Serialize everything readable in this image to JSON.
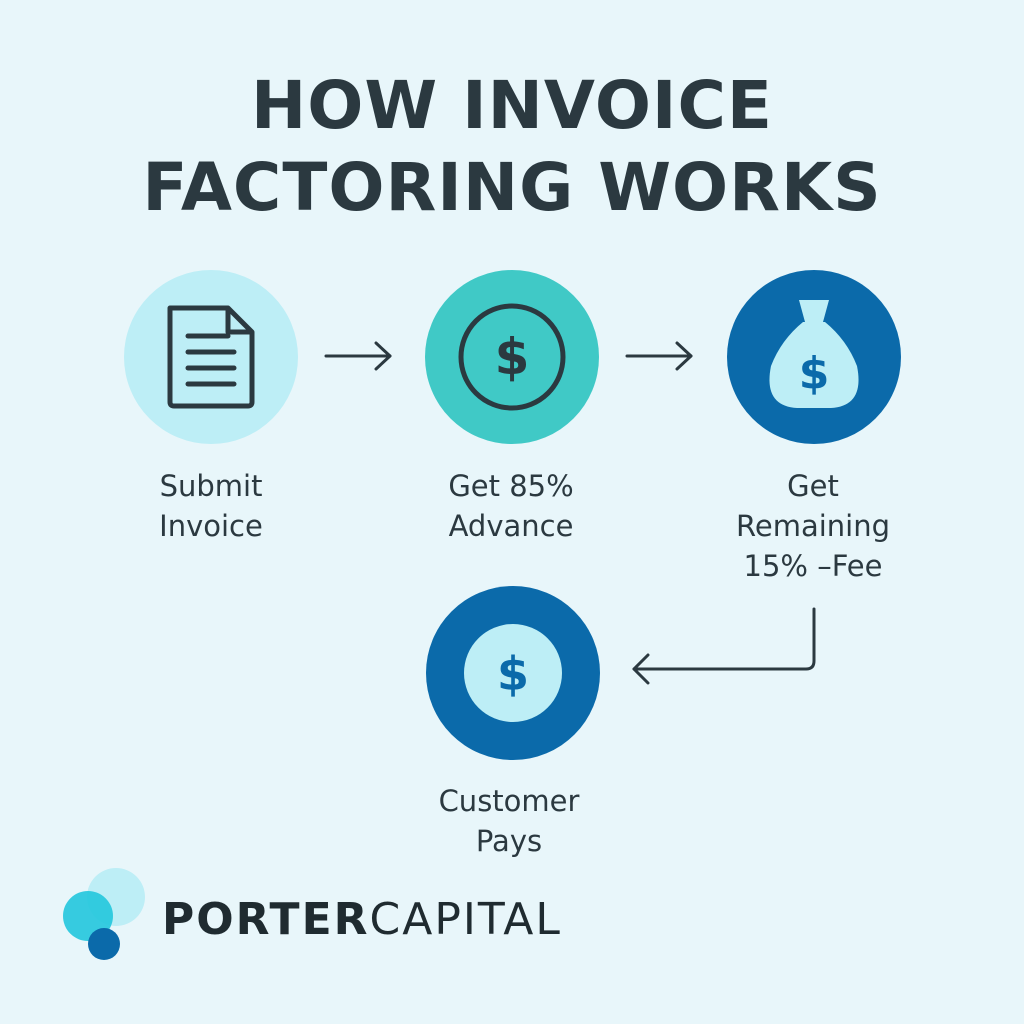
{
  "title": {
    "line1": "HOW INVOICE",
    "line2": "FACTORING WORKS"
  },
  "steps": [
    {
      "lines": [
        "Submit",
        "Invoice"
      ],
      "icon": "document-icon"
    },
    {
      "lines": [
        "Get 85%",
        "Advance"
      ],
      "icon": "dollar-coin-icon"
    },
    {
      "lines": [
        "Get",
        "Remaining",
        "15% –Fee"
      ],
      "icon": "money-bag-icon"
    },
    {
      "lines": [
        "Customer",
        "Pays"
      ],
      "icon": "dollar-coin-icon"
    }
  ],
  "logo": {
    "word1": "PORTER",
    "word2": "CAPITAL"
  },
  "colors": {
    "background": "#e8f6fa",
    "light_cyan": "#bdeef6",
    "teal": "#40c9c6",
    "blue": "#0b6aaa",
    "text": "#2b3940"
  }
}
